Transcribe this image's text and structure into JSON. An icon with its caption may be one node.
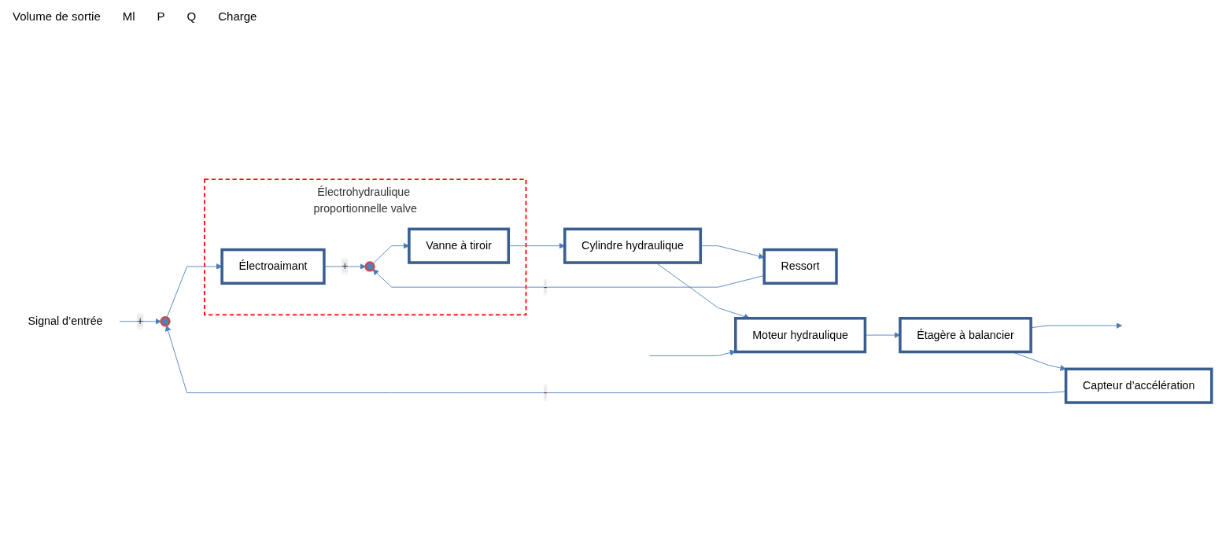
{
  "diagram": {
    "nodes": [
      {
        "text": [
          "Électrohydraulique proportionnelle valve"
        ]
      },
      {
        "text": [
          "Signal d’entrée"
        ]
      },
      {
        "text": [],
        "shape": "circle"
      },
      {
        "text": [
          "Électroaimant"
        ],
        "in": 0
      },
      {
        "text": [],
        "shape": "circle",
        "in": 0
      },
      {
        "text": [
          "Vanne à tiroir"
        ],
        "in": 0
      },
      {
        "text": [
          "Cylindre hydraulique"
        ]
      },
      {
        "text": [
          "Ressort"
        ]
      },
      {
        "text": [
          "Moteur hydraulique"
        ]
      },
      {
        "text": [
          "Étagère à balancier"
        ]
      },
      {
        "text": [
          "Capteur d’accélération"
        ]
      }
    ],
    "edges": [
      {
        "from": 1,
        "to": 2,
        "arrow": "to",
        "label": "+"
      },
      {
        "from": 2,
        "to": 3,
        "arrow": "to"
      },
      {
        "from": 3,
        "to": 4,
        "arrow": "to",
        "label": "+"
      },
      {
        "from": 4,
        "to": 5,
        "arrow": "to"
      },
      {
        "from": 5,
        "to": 6,
        "arrow": "to"
      },
      {
        "from": 6,
        "to": 8,
        "arrow": "to"
      },
      {
        "from": 6,
        "to": 7,
        "arrow": "to"
      },
      {
        "from": 7,
        "to": 4,
        "arrow": "to",
        "label": "-"
      },
      {
        "from": null,
        "to": 8,
        "arrow": "to"
      },
      {
        "from": 8,
        "to": 9,
        "arrow": "to"
      },
      {
        "from": 9,
        "to": null,
        "arrow": "to"
      },
      {
        "from": 9,
        "to": 10,
        "arrow": "to"
      },
      {
        "from": 10,
        "to": 2,
        "arrow": "to",
        "label": "-"
      }
    ],
    "labels": [
      "Volume de sortie",
      "Ml",
      "P",
      "Q",
      "Charge"
    ]
  }
}
